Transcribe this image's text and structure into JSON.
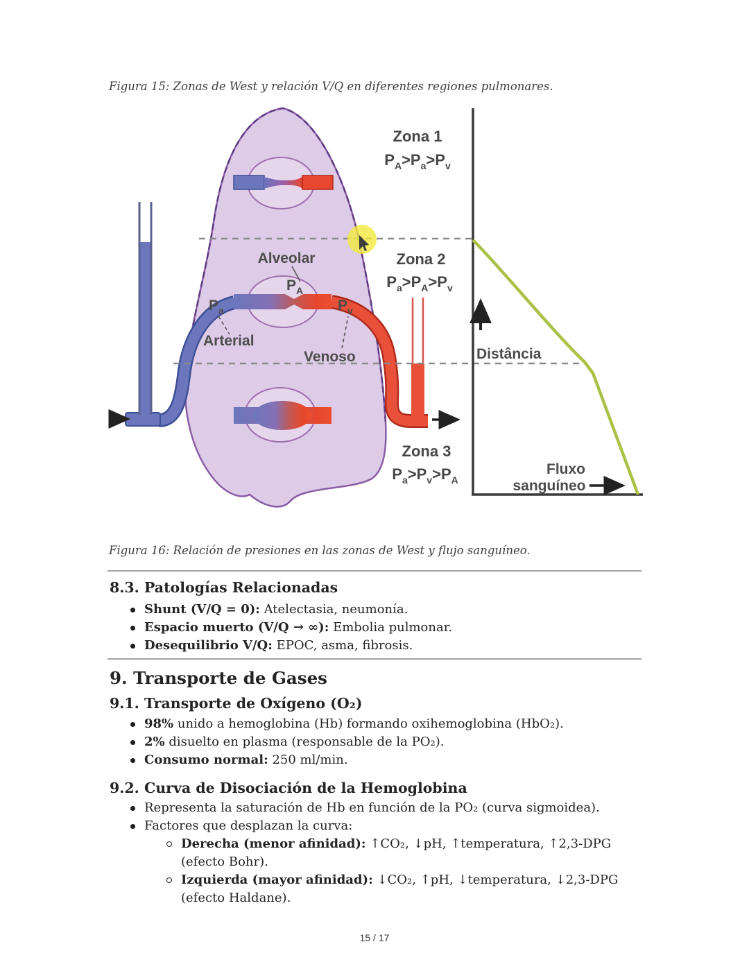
{
  "figure15": {
    "caption": "Figura 15: Zonas de West y relación V/Q en diferentes regiones pulmonares.",
    "zones": [
      {
        "name": "Zona 1",
        "rel": [
          "P",
          "A",
          ">",
          "P",
          "a",
          ">",
          "P",
          "v"
        ]
      },
      {
        "name": "Zona 2",
        "rel": [
          "P",
          "a",
          ">",
          "P",
          "A",
          ">",
          "P",
          "v"
        ]
      },
      {
        "name": "Zona 3",
        "rel": [
          "P",
          "a",
          ">",
          "P",
          "v",
          ">",
          "P",
          "A"
        ]
      }
    ],
    "labels": {
      "alveolar": "Alveolar",
      "arterial": "Arterial",
      "venoso": "Venoso",
      "distancia": "Distância",
      "fluxo_line1": "Fluxo",
      "fluxo_line2": "sanguíneo",
      "pa": [
        "P",
        "a"
      ],
      "pA": [
        "P",
        "A"
      ],
      "pv": [
        "P",
        "v"
      ]
    },
    "colors": {
      "lung_fill": "#ddcbe7",
      "lung_outline": "#8a5ca6",
      "artery_blue": "#6b76bd",
      "vein_red": "#e8472e",
      "flow_green": "#a9c245",
      "highlight_yellow": "#f2ea3d"
    }
  },
  "figure16": {
    "caption": "Figura 16: Relación de presiones en las zonas de West y flujo sanguíneo."
  },
  "sec83": {
    "heading": "8.3. Patologías Relacionadas",
    "items": [
      {
        "lead": "Shunt (V/Q = 0):",
        "rest": " Atelectasia, neumonía."
      },
      {
        "lead": "Espacio muerto (V/Q → ∞):",
        "rest": " Embolia pulmonar."
      },
      {
        "lead": "Desequilibrio V/Q:",
        "rest": " EPOC, asma, fibrosis."
      }
    ]
  },
  "sec9": {
    "heading": "9. Transporte de Gases"
  },
  "sec91": {
    "heading": "9.1. Transporte de Oxígeno (O₂)",
    "items": [
      {
        "lead": "98%",
        "rest": " unido a hemoglobina (Hb) formando oxihemoglobina (HbO₂)."
      },
      {
        "lead": "2%",
        "rest": " disuelto en plasma (responsable de la PO₂)."
      },
      {
        "lead": "Consumo normal:",
        "rest": " 250 ml/min."
      }
    ]
  },
  "sec92": {
    "heading": "9.2. Curva de Disociación de la Hemoglobina",
    "items": [
      {
        "lead": "",
        "rest": "Representa la saturación de Hb en función de la PO₂ (curva sigmoidea)."
      },
      {
        "lead": "",
        "rest": "Factores que desplazan la curva:"
      }
    ],
    "subitems": [
      {
        "lead": "Derecha (menor afinidad):",
        "rest": " ↑CO₂, ↓pH, ↑temperatura, ↑2,3-DPG (efecto Bohr)."
      },
      {
        "lead": "Izquierda (mayor afinidad):",
        "rest": " ↓CO₂, ↑pH, ↓temperatura, ↓2,3-DPG (efecto Haldane)."
      }
    ]
  },
  "footer": {
    "page": "15 / 17"
  }
}
